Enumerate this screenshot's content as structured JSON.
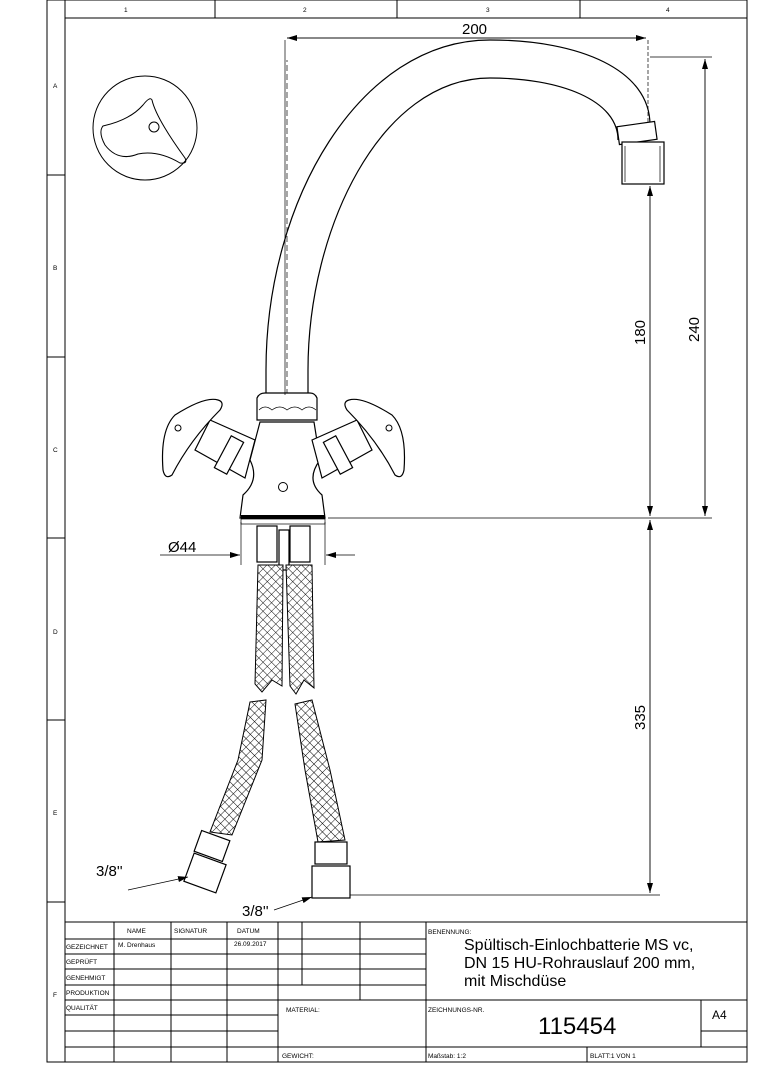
{
  "frame": {
    "columns": [
      "1",
      "2",
      "3",
      "4"
    ],
    "rows": [
      "A",
      "B",
      "C",
      "D",
      "E",
      "F"
    ]
  },
  "dimensions": {
    "spout_reach": "200",
    "spout_height": "180",
    "total_height": "240",
    "hose_length": "335",
    "diameter": "Ø44",
    "thread_left": "3/8''",
    "thread_right": "3/8''"
  },
  "title_block": {
    "headers": {
      "name": "NAME",
      "signature": "SIGNATUR",
      "date": "DATUM"
    },
    "row_labels": [
      "GEZEICHNET",
      "GEPRÜFT",
      "GENEHMIGT",
      "PRODUKTION",
      "QUALITÄT"
    ],
    "drawn_by": "M. Drenhaus",
    "drawn_date": "26.09.2017",
    "designation_label": "BENENNUNG:",
    "designation_lines": [
      "Spültisch-Einlochbatterie MS vc,",
      "DN 15 HU-Rohrauslauf 200 mm,",
      "mit Mischdüse"
    ],
    "material_label": "MATERIAL:",
    "weight_label": "GEWICHT:",
    "drawing_no_label": "ZEICHNUNGS-NR.",
    "drawing_no": "115454",
    "format": "A4",
    "scale": "Maßstab: 1:2",
    "sheet": "BLATT:1 VON 1"
  }
}
